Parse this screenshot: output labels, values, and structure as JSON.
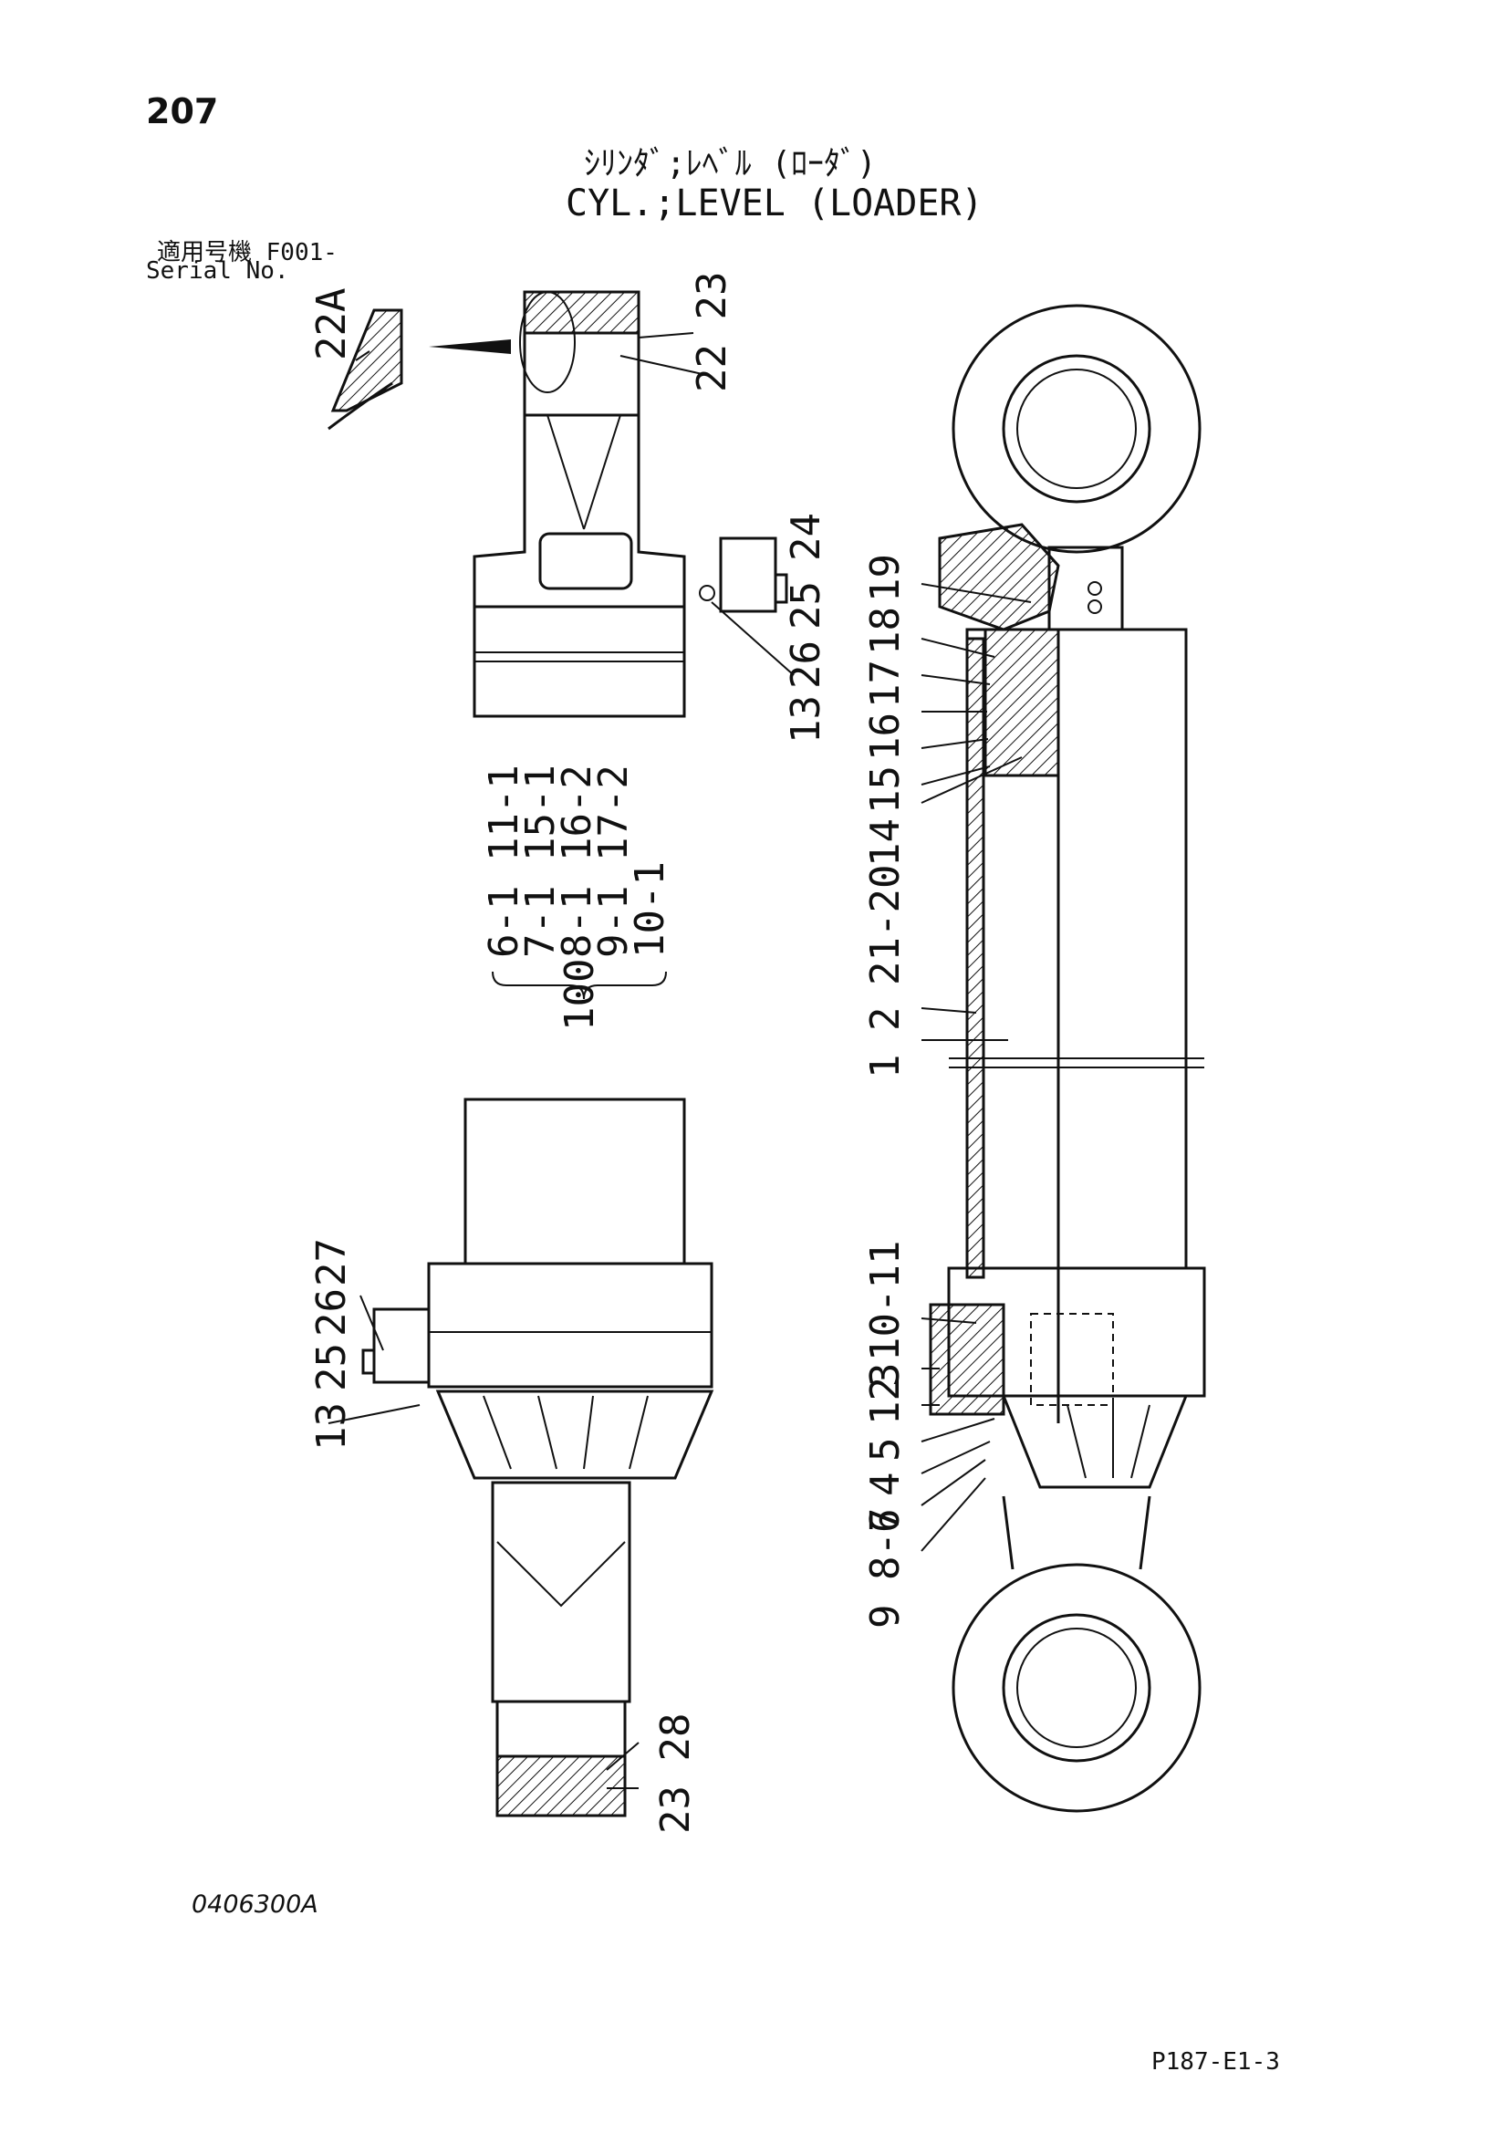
{
  "page": {
    "number": "207",
    "title_jp": "ｼﾘﾝﾀﾞ;ﾚﾍﾞﾙ (ﾛｰﾀﾞ)",
    "title_en": "CYL.;LEVEL (LOADER)",
    "applicable_label": "適用号機  F001-",
    "serial_label": "Serial No.",
    "drawing_code": "0406300A",
    "page_ref": "P187-E1-3"
  },
  "callouts": {
    "c22A": "22A",
    "c22_23": "22 23",
    "c24": "24",
    "c25": "25",
    "c26": "26",
    "c13a": "13",
    "c19": "19",
    "c18": "18",
    "c17": "17",
    "c16": "16",
    "c15": "15",
    "c14": "14",
    "c21_20": "21-20",
    "c2": "2",
    "c1": "1",
    "c10_11": "10-11",
    "c3": "3",
    "c12": "12",
    "c5": "5",
    "c4": "4",
    "c6": "6",
    "c9_8_7": "9 8-7",
    "c27": "27",
    "c26b": "26",
    "c25b": "25",
    "c13b": "13",
    "c23_28": "23 28"
  },
  "kit": {
    "label": "100",
    "rows": [
      "6-1 11-1",
      "7-1 15-1",
      "8-1 16-2",
      "9-1 17-2",
      "10-1"
    ]
  }
}
